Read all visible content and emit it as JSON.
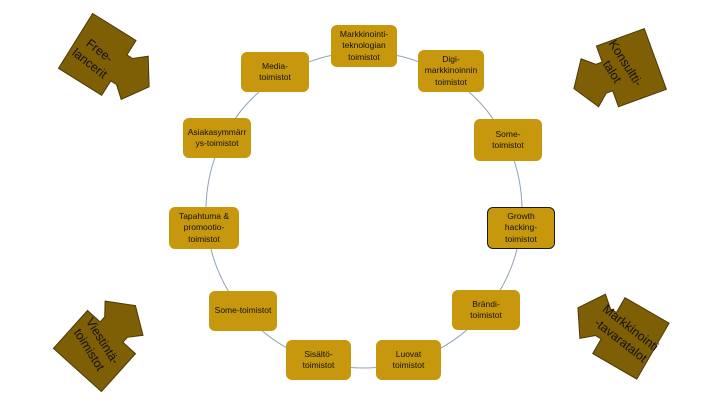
{
  "colors": {
    "node_fill": "#c7980d",
    "callout_fill": "#7e5f06",
    "callout_stroke": "#4a3a08",
    "ring": "#8ea3b8"
  },
  "ring_nodes": [
    {
      "id": "markkinointiteknologia",
      "label": "Markkinointi-\nteknologian\ntoimistot"
    },
    {
      "id": "digimarkkinointi",
      "label": "Digi-\nmarkkinoinnin\ntoimistot"
    },
    {
      "id": "some-top",
      "label": "Some-\ntoimistot"
    },
    {
      "id": "growth-hacking",
      "label": "Growth\nhacking-\ntoimistot",
      "highlight": true
    },
    {
      "id": "brandi",
      "label": "Brändi-\ntoimistot"
    },
    {
      "id": "luovat",
      "label": "Luovat\ntoimistot"
    },
    {
      "id": "sisalto",
      "label": "Sisältö-\ntoimistot"
    },
    {
      "id": "some-bottom",
      "label": "Some-toimistot"
    },
    {
      "id": "tapahtuma",
      "label": "Tapahtuma &\npromootio-\ntoimistot"
    },
    {
      "id": "asiakasymmarrys",
      "label": "Asiakasymmärr\nys-toimistot"
    },
    {
      "id": "media",
      "label": "Media-\ntoimistot"
    }
  ],
  "callouts": [
    {
      "id": "freelancerit",
      "label": "Free-\nlancerit"
    },
    {
      "id": "konsulttitalot",
      "label": "Konsultti-\ntalot"
    },
    {
      "id": "viestintatoimistot",
      "label": "Viestintä-\ntoimistot"
    },
    {
      "id": "markkinointitavaratalot",
      "label": "Markkinointi\n-tavaratalot"
    }
  ]
}
